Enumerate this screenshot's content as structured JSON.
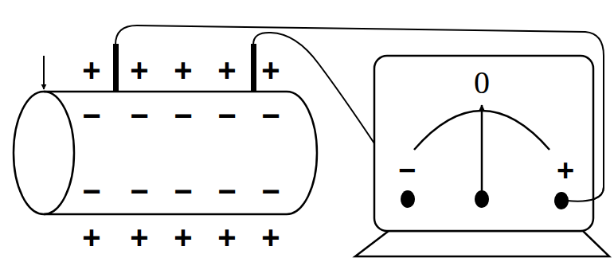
{
  "diagram": {
    "labels": [
      "+",
      "+",
      "+",
      "+",
      "+",
      "−",
      "−",
      "−",
      "−",
      "−",
      "−",
      "−",
      "−",
      "−",
      "−",
      "+",
      "+",
      "+",
      "+",
      "+",
      "0",
      "−",
      "+"
    ]
  }
}
